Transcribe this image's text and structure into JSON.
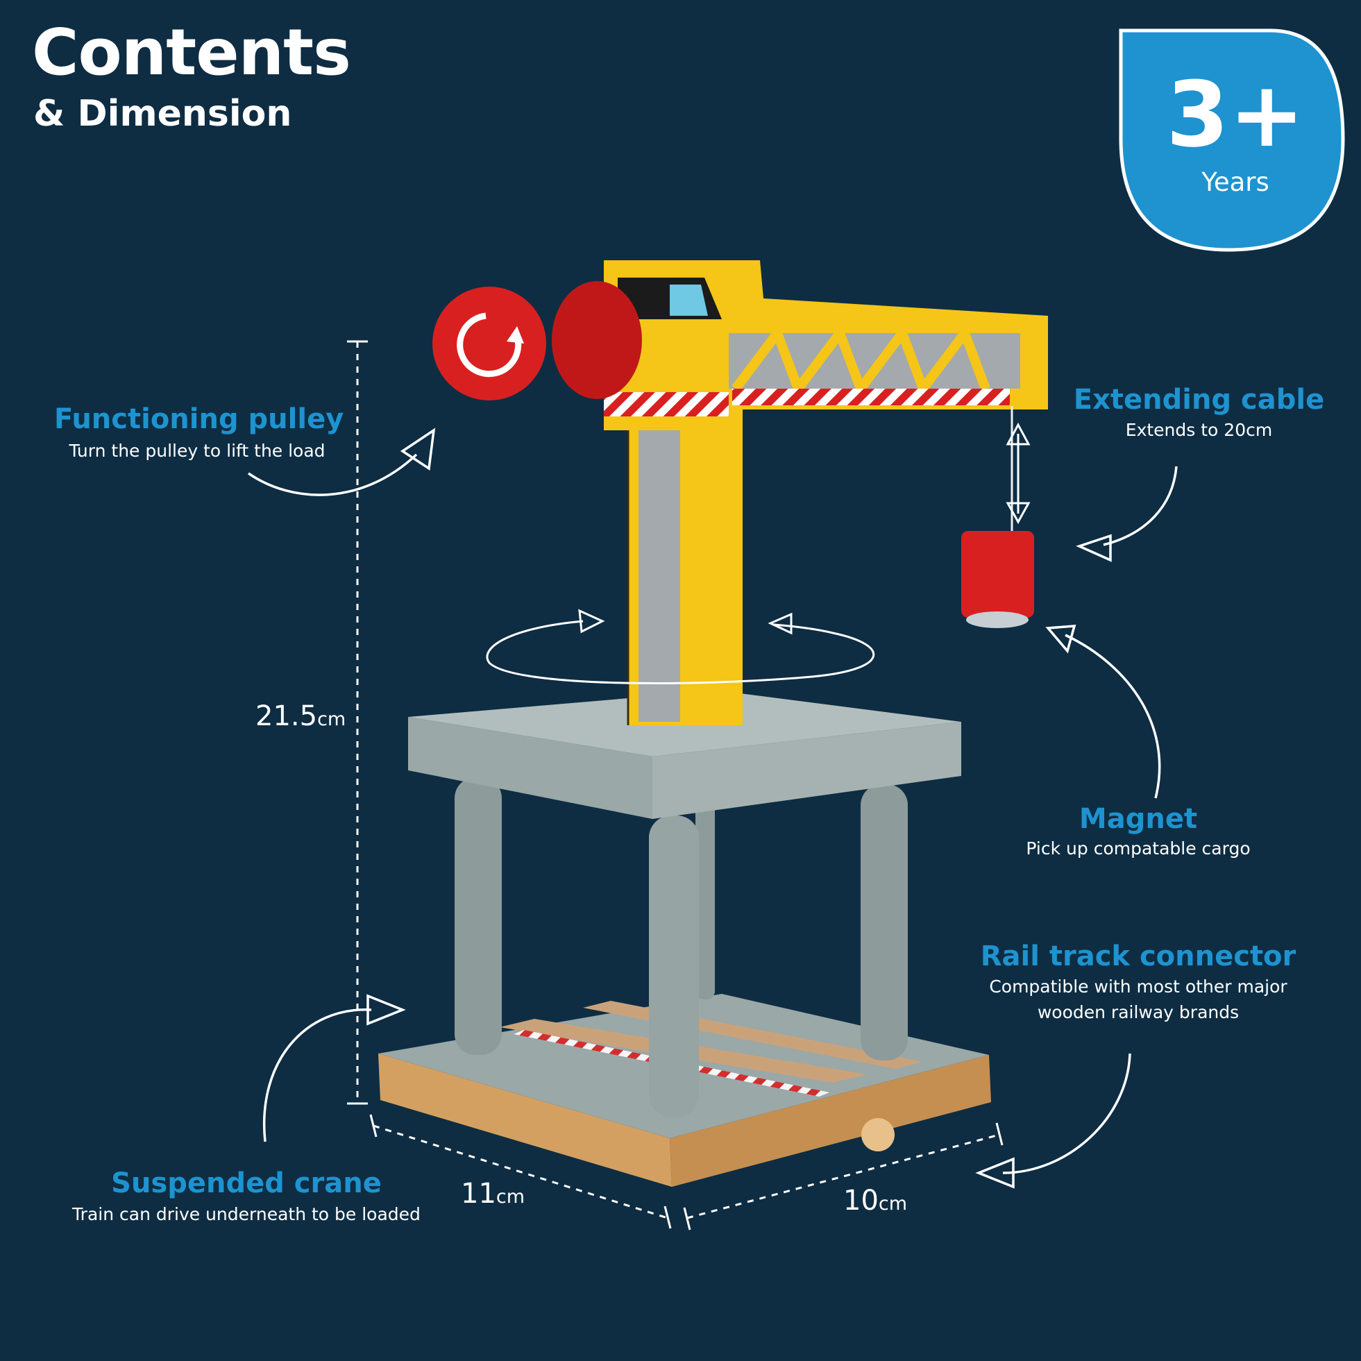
{
  "header": {
    "title": "Contents",
    "subtitle": "& Dimension"
  },
  "age_badge": {
    "value": "3+",
    "label": "Years",
    "color": "#1e93d0"
  },
  "features": {
    "pulley": {
      "title": "Functioning pulley",
      "desc": "Turn the pulley to lift the load"
    },
    "cable": {
      "title": "Extending cable",
      "desc": "Extends to 20cm"
    },
    "magnet": {
      "title": "Magnet",
      "desc": "Pick up compatable cargo"
    },
    "rail": {
      "title": "Rail track connector",
      "desc_line1": "Compatible with most other major",
      "desc_line2": "wooden railway brands"
    },
    "suspended": {
      "title": "Suspended crane",
      "desc": "Train can drive underneath to be loaded"
    }
  },
  "dimensions": {
    "height": {
      "value": "21.5",
      "unit": "cm"
    },
    "depth": {
      "value": "11",
      "unit": "cm"
    },
    "width": {
      "value": "10",
      "unit": "cm"
    }
  },
  "colors": {
    "background": "#0e2d43",
    "accent": "#1e93d0",
    "crane_yellow": "#f5c518",
    "crane_red": "#d92020",
    "platform_grey": "#9aa8a8",
    "wood": "#d9a566"
  },
  "icons": [
    "pulley-rotate-icon",
    "curved-arrow-icon",
    "rotation-arrow-icon",
    "double-arrow-icon"
  ]
}
